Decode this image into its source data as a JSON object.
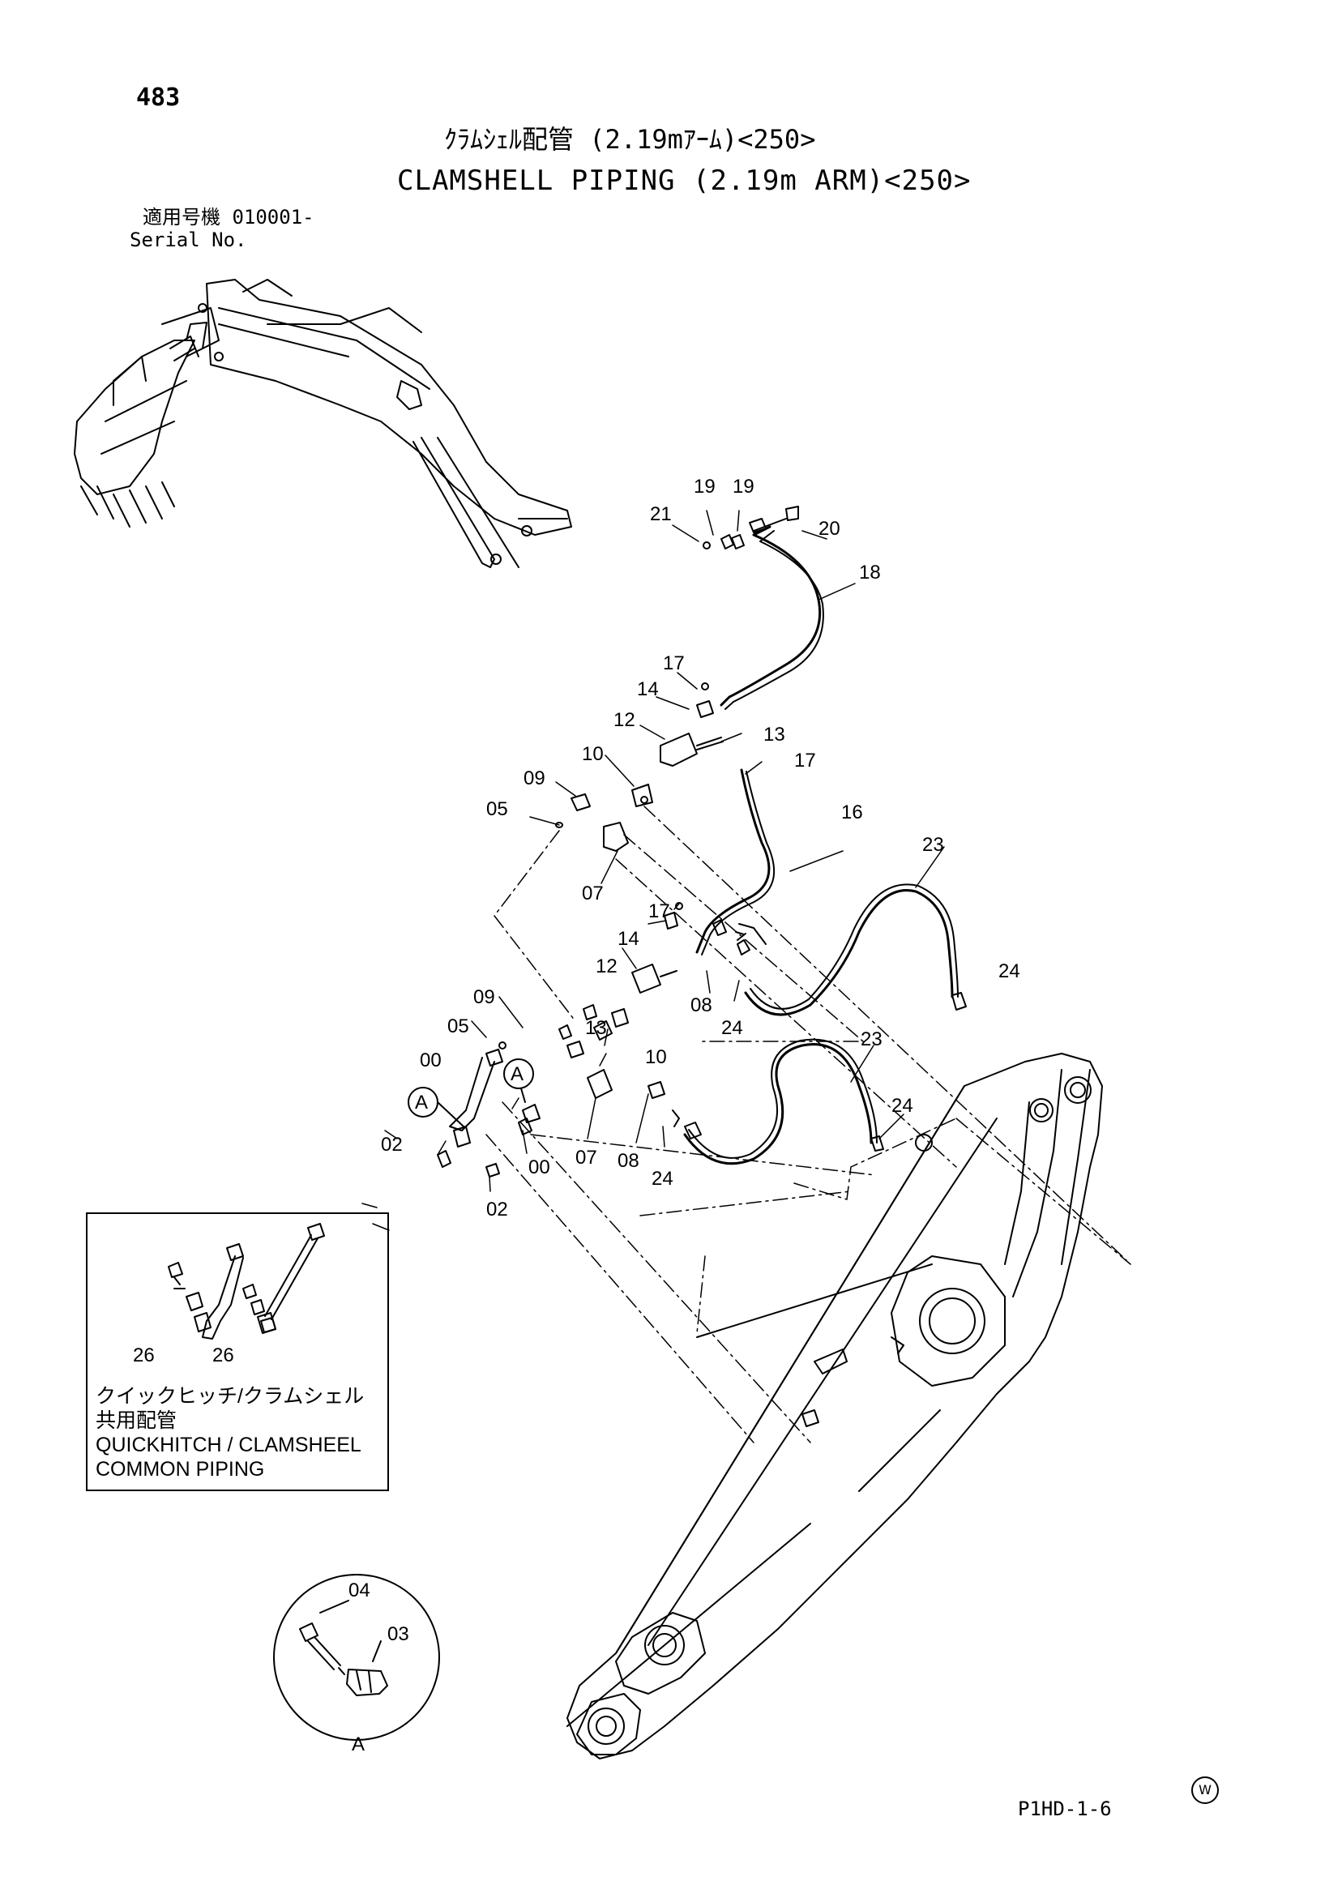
{
  "header": {
    "page_number": "483",
    "title_jp": "ｸﾗﾑｼｪﾙ配管 (2.19mｱｰﾑ)<250>",
    "title_en": "CLAMSHELL PIPING (2.19m ARM)<250>",
    "serial_jp": "適用号機 010001-",
    "serial_en": "Serial No."
  },
  "callouts": {
    "c19a": "19",
    "c19b": "19",
    "c20": "20",
    "c21": "21",
    "c18": "18",
    "c17a": "17",
    "c14a": "14",
    "c12a": "12",
    "c13a": "13",
    "c17b": "17",
    "c09a": "09",
    "c10a": "10",
    "c05a": "05",
    "c16": "16",
    "c07a": "07",
    "c23a": "23",
    "c17c": "17",
    "c14b": "14",
    "c12b": "12",
    "c24a": "24",
    "c08a": "08",
    "c24b": "24",
    "c09b": "09",
    "c13b": "13",
    "c05b": "05",
    "c10b": "10",
    "c00a": "00",
    "c23b": "23",
    "cAa": "A",
    "cAb": "A",
    "c24c": "24",
    "c02a": "02",
    "c00b": "00",
    "c07b": "07",
    "c08b": "08",
    "c24d": "24",
    "c02b": "02",
    "c26a": "26",
    "c26b": "26",
    "c04": "04",
    "c03": "03",
    "cAdetail": "A"
  },
  "inset": {
    "label_jp_1": "クイックヒッチ/クラムシェル",
    "label_jp_2": "共用配管",
    "label_en_1": "QUICKHITCH / CLAMSHEEL",
    "label_en_2": "COMMON  PIPING"
  },
  "footer": {
    "mark": "W",
    "doc_code": "P1HD-1-6"
  }
}
